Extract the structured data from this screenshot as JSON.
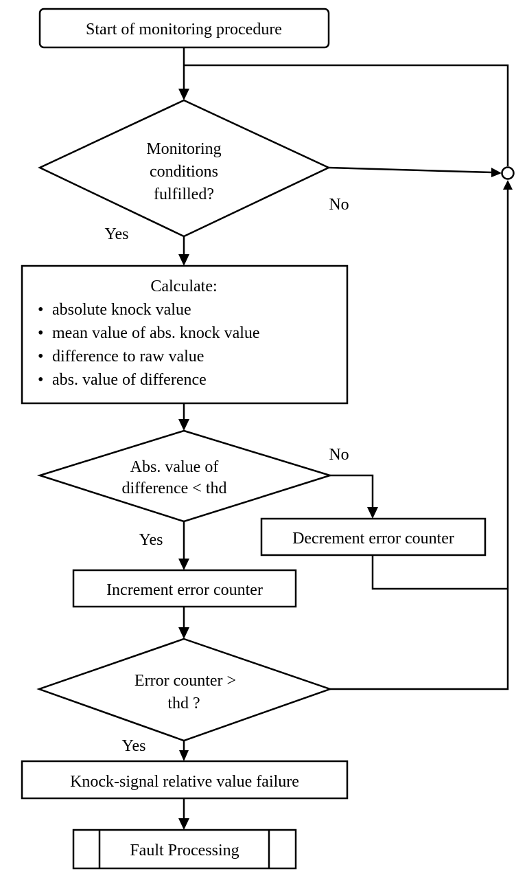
{
  "diagram": {
    "start": "Start of monitoring procedure",
    "decision1": {
      "lines": [
        "Monitoring",
        "conditions",
        "fulfilled?"
      ],
      "yes": "Yes",
      "no": "No"
    },
    "calculate": {
      "title": "Calculate:",
      "bullet": "•",
      "items": [
        "absolute knock value",
        "mean value of abs. knock value",
        "difference to raw value",
        "abs. value of difference"
      ]
    },
    "decision2": {
      "lines": [
        "Abs. value of",
        "difference < thd"
      ],
      "yes": "Yes",
      "no": "No"
    },
    "decrement": "Decrement error counter",
    "increment": "Increment error counter",
    "decision3": {
      "lines": [
        "Error counter >",
        "thd ?"
      ],
      "yes": "Yes"
    },
    "failure": "Knock-signal relative value failure",
    "fault": "Fault Processing"
  }
}
